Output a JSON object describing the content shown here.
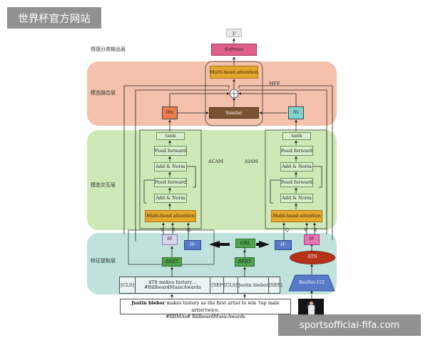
{
  "watermarks": {
    "top_left": "世界杯官方网站",
    "bottom_right": "sportsofficial-fifa.com"
  },
  "layers": {
    "emotion_output": "情感分类输出层",
    "fusion": "模态融合层",
    "interaction": "模态交互层",
    "feature": "特征提取层"
  },
  "output": {
    "y": "y",
    "softmax": "Softmax"
  },
  "fusion": {
    "mha": "Multi-head attention",
    "mff": "MFF",
    "similar": "Similar",
    "hm": "Hm",
    "hm_sub": "m",
    "hv": "Hv",
    "hv_sub": "v"
  },
  "interaction": {
    "acam": "ACAM",
    "aiam": "AIAM",
    "left": [
      "tanh",
      "Feed forward",
      "Add & Norm",
      "Feed forward",
      "Add & Norm"
    ],
    "right": [
      "tanh",
      "Feed forward",
      "Add & Norm",
      "Feed forward",
      "Add & Norm"
    ],
    "mha_left": "Multi-head attention",
    "mha_right": "Multi-head attention",
    "qkv_left": {
      "v": "V",
      "k": "K",
      "q": "Q"
    },
    "qkv_right": {
      "q": "Q",
      "v": "V",
      "k": "K"
    }
  },
  "feature": {
    "bert_left": "BERT",
    "bert_mid": "BERT",
    "grl": "GRL",
    "stn": "STN",
    "resnet": "ResNet-152",
    "ht_left": "H",
    "ht_left_sub": "t",
    "hc": "H",
    "hc_sub": "c",
    "hc_right": "H",
    "hc_right_sub": "c",
    "hi": "H",
    "hi_sub": "i",
    "seq_left": {
      "cls": "[CLS]",
      "text": "$T$ makes history… #BillboardMusicAwards",
      "sep": "[SEP]"
    },
    "seq_mid": {
      "cls": "[CLS]",
      "text": "Justin bieber",
      "sep": "[SEP]"
    }
  },
  "input": {
    "bold": "Justin bieber",
    "line1_rest": " makes history as the first artist to win 'top male artist'twice.",
    "line2": "#BBMAs# BillboardMusicAwards"
  }
}
